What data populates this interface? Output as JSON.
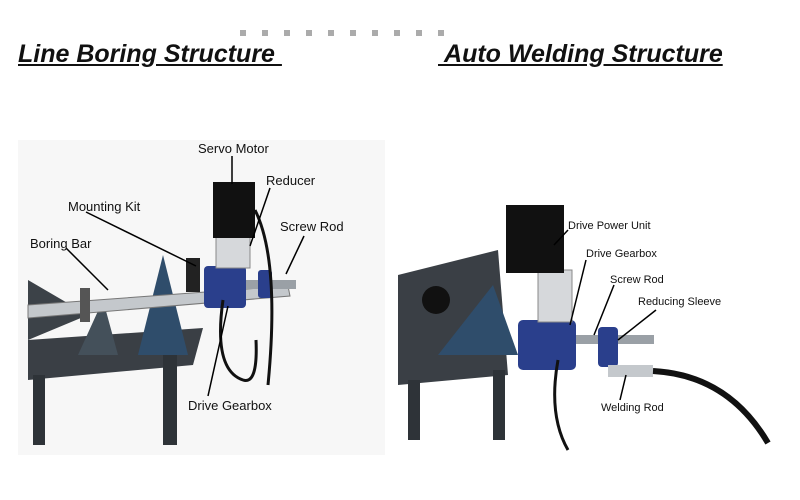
{
  "titles": {
    "left": "Line Boring Structure ",
    "right": " Auto Welding Structure"
  },
  "left_diagram": {
    "labels": {
      "servo_motor": "Servo Motor",
      "reducer": "Reducer",
      "mounting_kit": "Mounting Kit",
      "screw_rod": "Screw Rod",
      "boring_bar": "Boring Bar",
      "drive_gearbox": "Drive Gearbox"
    }
  },
  "right_diagram": {
    "labels": {
      "drive_power_unit": "Drive Power Unit",
      "drive_gearbox": "Drive Gearbox",
      "screw_rod": "Screw Rod",
      "reducing_sleeve": "Reducing Sleeve",
      "welding_rod": "Welding Rod"
    }
  },
  "colors": {
    "machine_blue": "#2a3f8c",
    "frame_dark": "#2e3338",
    "motor_black": "#111111",
    "steel": "#c4c8cc"
  }
}
